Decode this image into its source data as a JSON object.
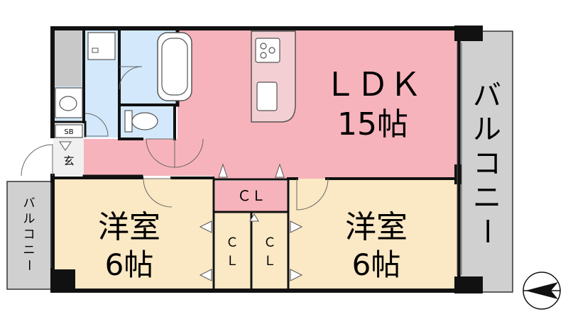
{
  "colors": {
    "ldk": "#f7b3bb",
    "western": "#fbe8c4",
    "water": "#d3e9fb",
    "balcony": "#d0d0d0",
    "wall": "#111111",
    "entry": "#f0f0f0"
  },
  "rooms": {
    "ldk": {
      "name": "ＬＤＫ",
      "size": "15帖"
    },
    "western_left": {
      "name": "洋室",
      "size": "6帖"
    },
    "western_right": {
      "name": "洋室",
      "size": "6帖"
    }
  },
  "closets": {
    "top": "ＣＬ",
    "left_c": "Ｃ",
    "left_l": "Ｌ",
    "right_c": "Ｃ",
    "right_l": "Ｌ"
  },
  "labels": {
    "sb": "SB",
    "entrance": "玄",
    "balcony_right": [
      "バ",
      "ル",
      "コ",
      "ニ",
      "ー"
    ],
    "balcony_left": [
      "バ",
      "ル",
      "コ",
      "ニ",
      "ー"
    ]
  },
  "icons": {
    "north_arrow": "compass-north-arrow-icon",
    "stove": "stove-burner-icon",
    "sink": "kitchen-sink-icon",
    "bathtub": "bathtub-icon",
    "toilet": "toilet-icon",
    "washbasin": "washbasin-icon",
    "washer": "washing-machine-pan-icon"
  }
}
